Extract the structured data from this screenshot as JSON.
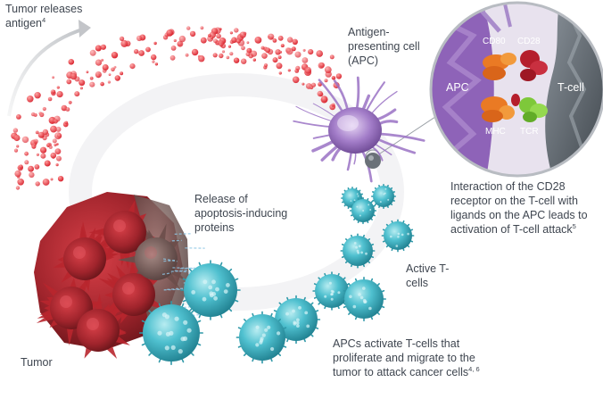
{
  "labels": {
    "tumor_releases_antigen": "Tumor releases antigen",
    "tumor_releases_antigen_ref": "4",
    "apc": "Antigen-presenting cell (APC)",
    "release_proteins": "Release of apoptosis-inducing proteins",
    "active_tcells": "Active T-cells",
    "tumor": "Tumor",
    "interaction": "Interaction of the CD28 receptor on the T-cell with ligands on the APC leads to activation of T-cell attack",
    "interaction_ref": "5",
    "apcs_activate": "APCs activate T-cells that proliferate and migrate to the tumor to attack cancer cells",
    "apcs_activate_ref": "4, 6"
  },
  "zoom": {
    "cd80": "CD80",
    "cd28": "CD28",
    "apc": "APC",
    "tcell": "T-cell",
    "mhc": "MHC",
    "tcr": "TCR"
  },
  "colors": {
    "antigen": "#e8323a",
    "tumor": "#8f1e24",
    "tcell": "#3cb0c0",
    "apc": "#9a72c4",
    "receptor_orange": "#ea7a24",
    "receptor_red": "#b51e2c",
    "receptor_green": "#7ec83a",
    "tcell_zoom": "#56606a"
  }
}
